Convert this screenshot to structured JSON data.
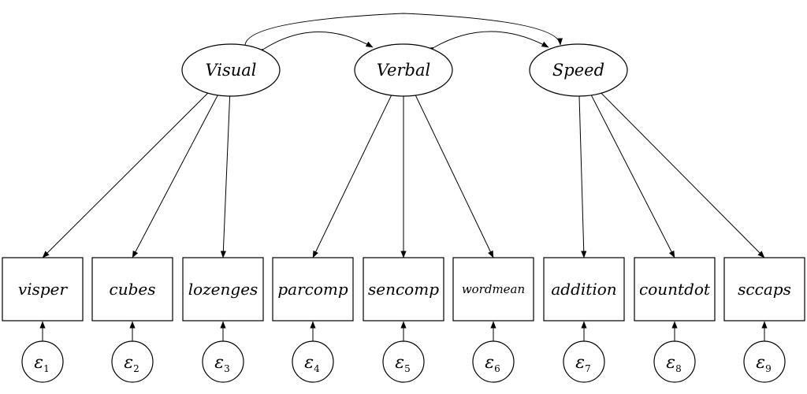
{
  "latent": [
    {
      "id": "visual",
      "label": "Visual"
    },
    {
      "id": "verbal",
      "label": "Verbal"
    },
    {
      "id": "speed",
      "label": "Speed"
    }
  ],
  "observed": [
    {
      "id": "visper",
      "label": "visper"
    },
    {
      "id": "cubes",
      "label": "cubes"
    },
    {
      "id": "lozenges",
      "label": "lozenges"
    },
    {
      "id": "parcomp",
      "label": "parcomp"
    },
    {
      "id": "sencomp",
      "label": "sencomp"
    },
    {
      "id": "wordmean",
      "label": "wordmean"
    },
    {
      "id": "addition",
      "label": "addition"
    },
    {
      "id": "countdot",
      "label": "countdot"
    },
    {
      "id": "sccaps",
      "label": "sccaps"
    }
  ],
  "errors": [
    {
      "symbol": "ε",
      "sub": "1"
    },
    {
      "symbol": "ε",
      "sub": "2"
    },
    {
      "symbol": "ε",
      "sub": "3"
    },
    {
      "symbol": "ε",
      "sub": "4"
    },
    {
      "symbol": "ε",
      "sub": "5"
    },
    {
      "symbol": "ε",
      "sub": "6"
    },
    {
      "symbol": "ε",
      "sub": "7"
    },
    {
      "symbol": "ε",
      "sub": "8"
    },
    {
      "symbol": "ε",
      "sub": "9"
    }
  ],
  "loadings": [
    {
      "from": "visual",
      "to": "visper"
    },
    {
      "from": "visual",
      "to": "cubes"
    },
    {
      "from": "visual",
      "to": "lozenges"
    },
    {
      "from": "verbal",
      "to": "parcomp"
    },
    {
      "from": "verbal",
      "to": "sencomp"
    },
    {
      "from": "verbal",
      "to": "wordmean"
    },
    {
      "from": "speed",
      "to": "addition"
    },
    {
      "from": "speed",
      "to": "countdot"
    },
    {
      "from": "speed",
      "to": "sccaps"
    }
  ],
  "covariances": [
    {
      "a": "visual",
      "b": "verbal"
    },
    {
      "a": "verbal",
      "b": "speed"
    },
    {
      "a": "visual",
      "b": "speed"
    }
  ]
}
